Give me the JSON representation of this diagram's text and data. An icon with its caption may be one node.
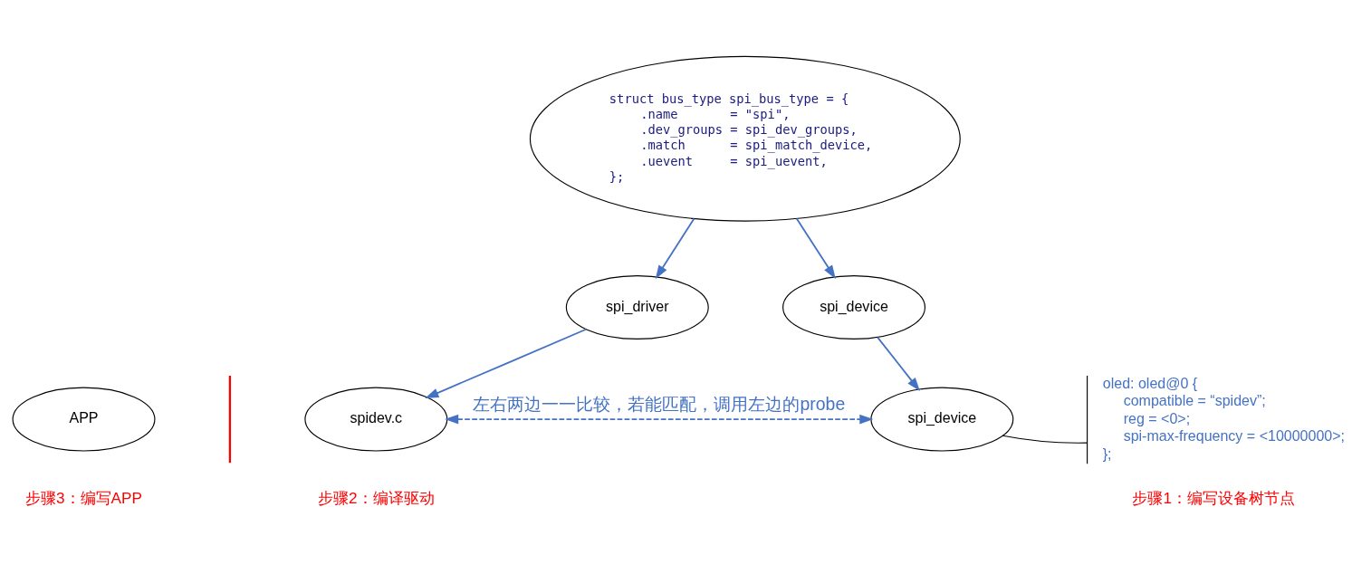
{
  "diagram": {
    "nodes": [
      {
        "text": [
          "struct bus_type spi_bus_type = {",
          ".name       = \"spi\",",
          ".dev_groups = spi_dev_groups,",
          ".match      = spi_match_device,",
          ".uevent     = spi_uevent,",
          "};"
        ]
      },
      {
        "text": [
          "spi_driver"
        ]
      },
      {
        "text": [
          "spi_device"
        ]
      },
      {
        "text": [
          "APP"
        ],
        "beside": [
          "步骤3：编写APP"
        ]
      },
      {
        "text": [
          "spidev.c"
        ],
        "beside": [
          "步骤2：编译驱动"
        ]
      },
      {
        "text": [
          "spi_device"
        ]
      },
      {
        "text": [
          "oled: oled@0 {",
          "compatible = “spidev”;",
          "reg = <0>;",
          "spi-max-frequency = <10000000>;",
          "};"
        ],
        "beside": [
          "步骤1：编写设备树节点"
        ]
      }
    ],
    "edges": [
      {
        "from": 0,
        "to": 1,
        "arrow": "to"
      },
      {
        "from": 0,
        "to": 2,
        "arrow": "to"
      },
      {
        "from": 1,
        "to": 4,
        "arrow": "to"
      },
      {
        "from": 2,
        "to": 5,
        "arrow": "to"
      },
      {
        "from": 4,
        "to": 5,
        "arrow": "both",
        "style": "dashed",
        "label": "左右两边一一比较，若能匹配，调用左边的probe"
      },
      {
        "from": 5,
        "to": 6,
        "arrow": "none",
        "color": "#000000"
      }
    ]
  }
}
